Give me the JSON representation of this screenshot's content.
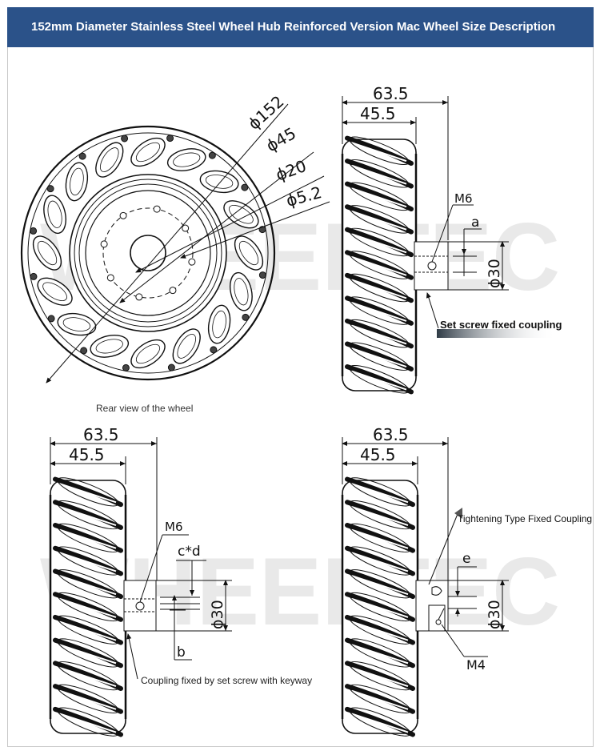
{
  "header": {
    "title": "152mm Diameter Stainless Steel Wheel Hub Reinforced Version Mac Wheel Size Description",
    "background": "#2b5289"
  },
  "rear_view": {
    "caption": "Rear view of the wheel",
    "dims": {
      "d152": "ϕ152",
      "d45": "ϕ45",
      "d20": "ϕ20",
      "d5_2": "ϕ5.2"
    }
  },
  "side_views": {
    "top_right": {
      "width_total": "63.5",
      "width_inner": "45.5",
      "thread": "M6",
      "label_a": "a",
      "diameter": "ϕ30",
      "callout": "Set screw fixed coupling"
    },
    "bottom_left": {
      "width_total": "63.5",
      "width_inner": "45.5",
      "thread": "M6",
      "label_cd": "c*d",
      "label_b": "b",
      "diameter": "ϕ30",
      "callout": "Coupling fixed by set screw with keyway"
    },
    "bottom_right": {
      "width_total": "63.5",
      "width_inner": "45.5",
      "label_e": "e",
      "diameter": "ϕ30",
      "thread": "M4",
      "callout": "Tightening Type Fixed Coupling"
    }
  },
  "watermark": {
    "text": "WHEELTEC"
  }
}
